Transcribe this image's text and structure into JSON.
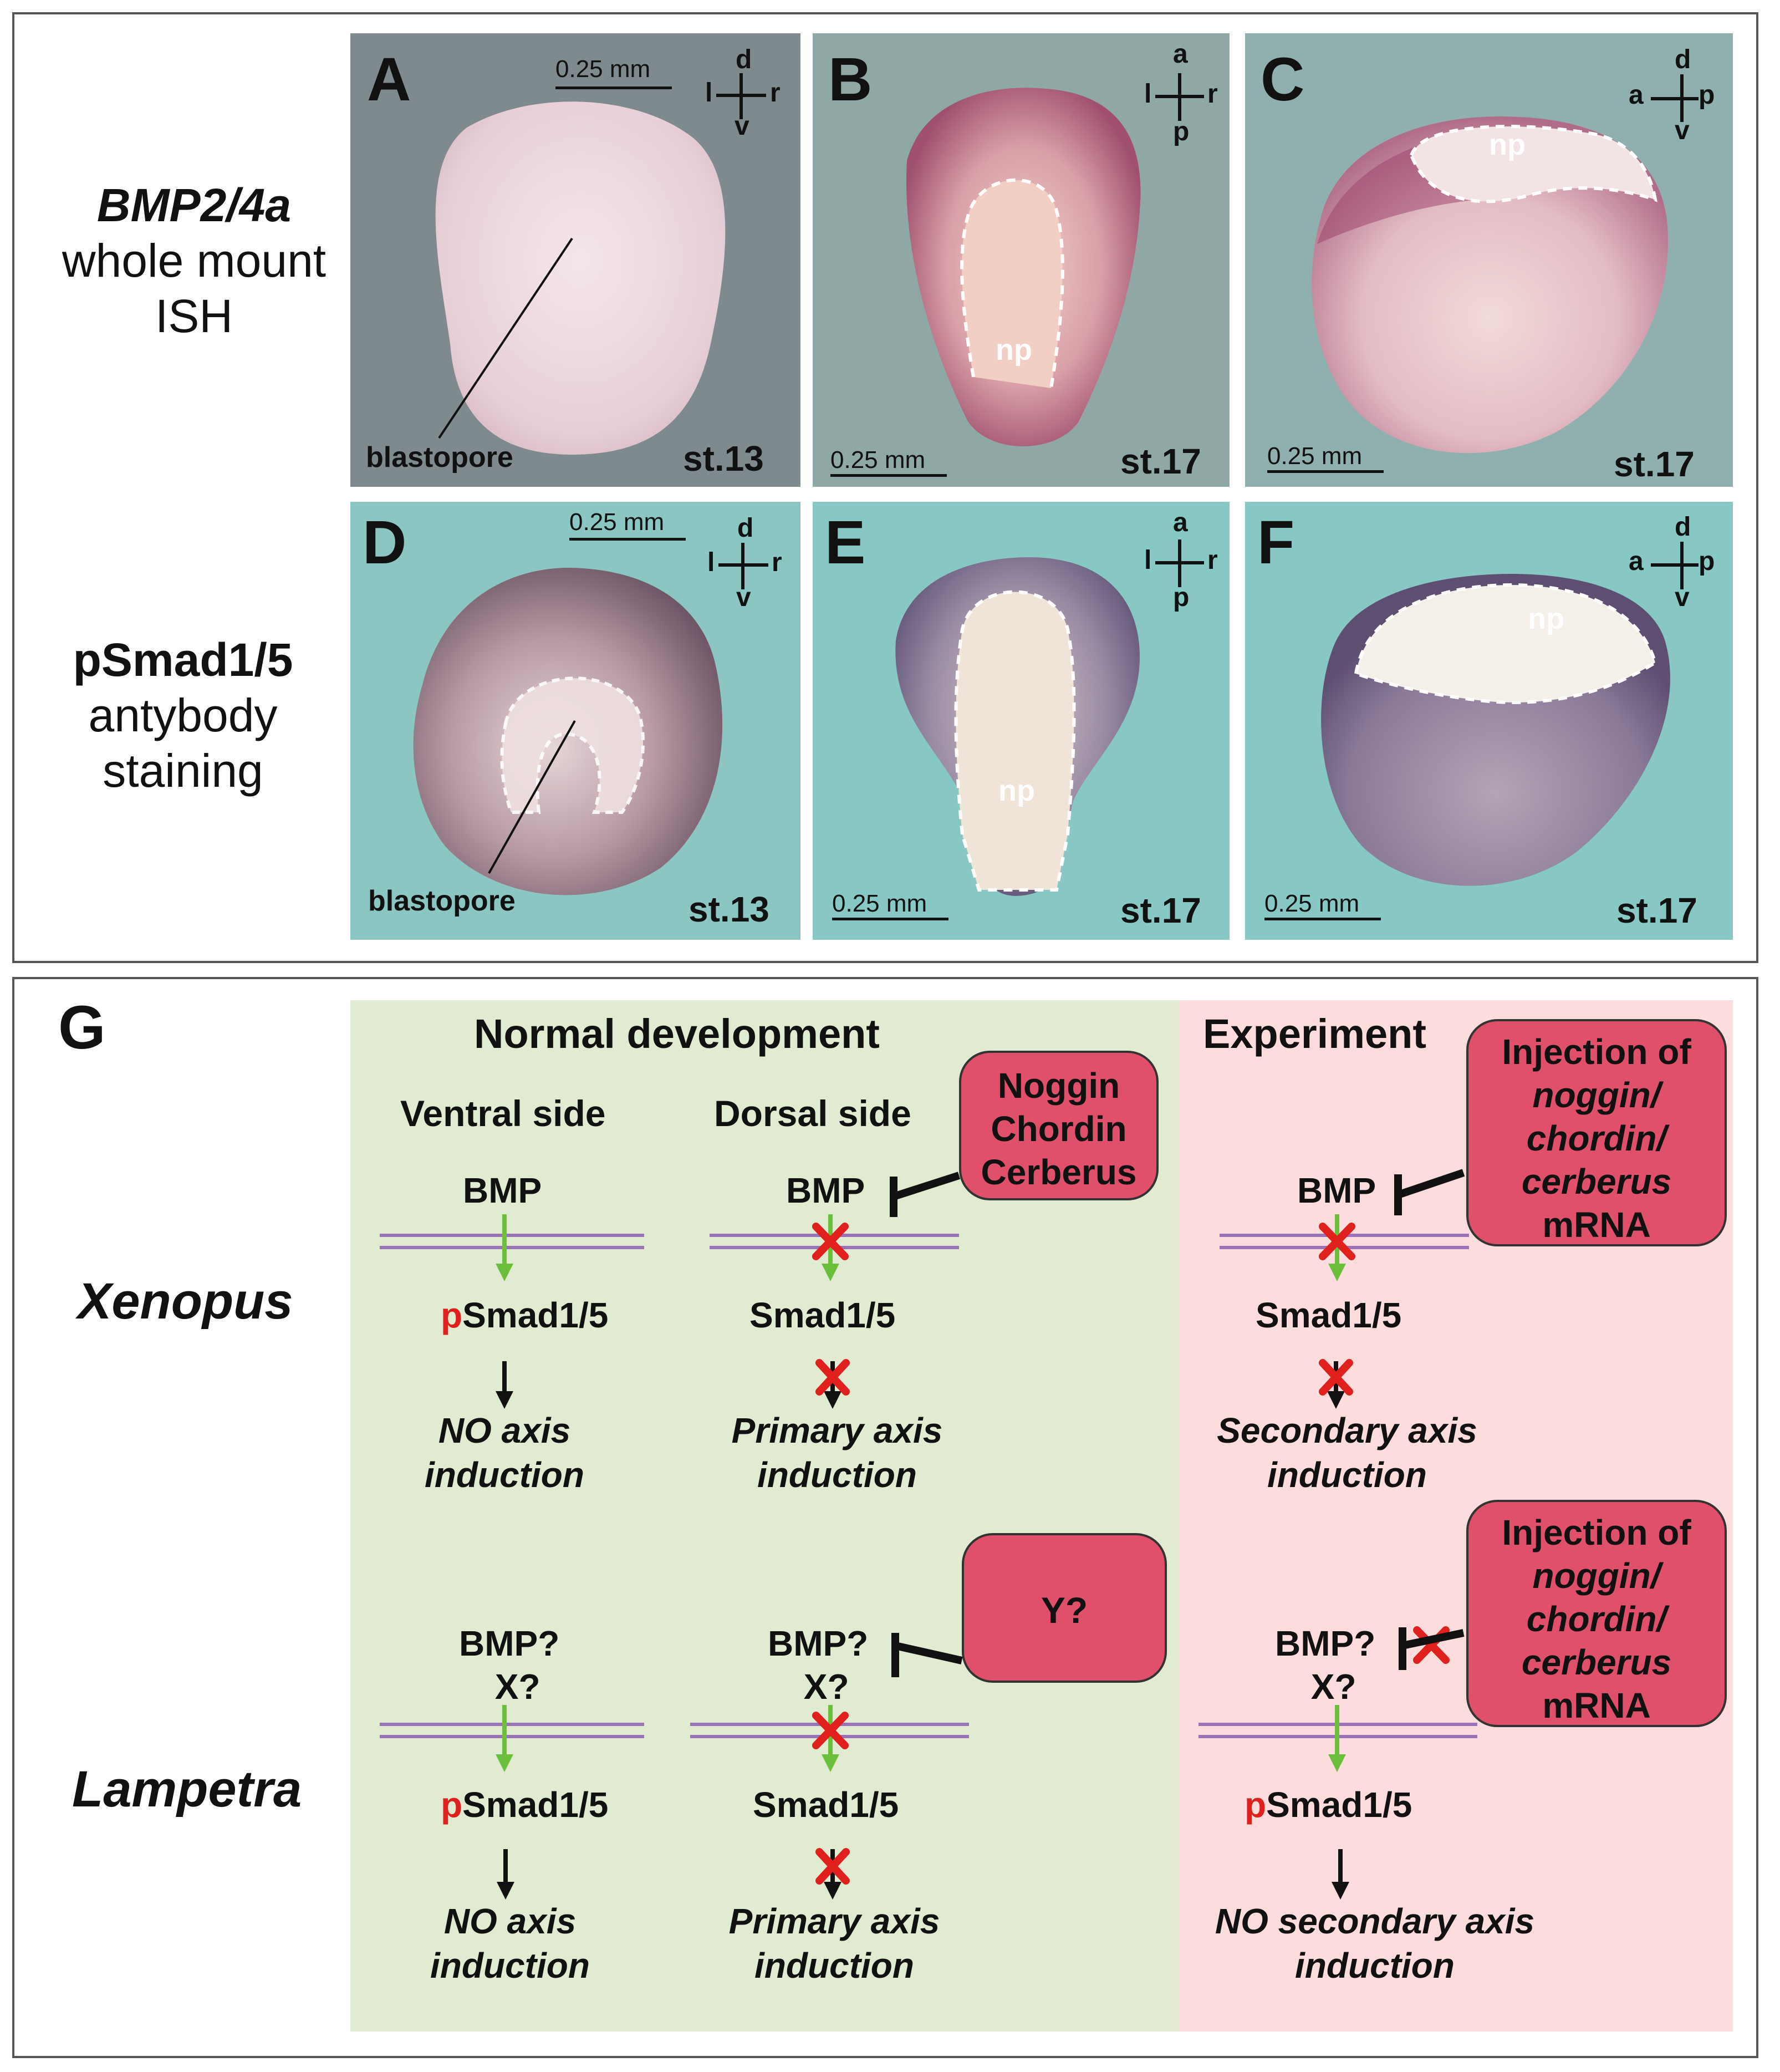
{
  "rows": {
    "row1": {
      "gene": "BMP2/4a",
      "line2": "whole mount",
      "line3": "ISH"
    },
    "row2": {
      "gene": "pSmad1/5",
      "line2": "antybody",
      "line3": "staining"
    }
  },
  "panels": {
    "A": {
      "letter": "A",
      "stage": "st.13",
      "scale": "0.25 mm",
      "label": "blastopore",
      "axis": {
        "top": "d",
        "left": "l",
        "right": "r",
        "bottom": "v"
      }
    },
    "B": {
      "letter": "B",
      "stage": "st.17",
      "scale": "0.25 mm",
      "label": "np",
      "axis": {
        "top": "a",
        "left": "l",
        "right": "r",
        "bottom": "p"
      }
    },
    "C": {
      "letter": "C",
      "stage": "st.17",
      "scale": "0.25 mm",
      "label": "np",
      "axis": {
        "top": "d",
        "left": "a",
        "right": "p",
        "bottom": "v"
      }
    },
    "D": {
      "letter": "D",
      "stage": "st.13",
      "scale": "0.25 mm",
      "label": "blastopore",
      "axis": {
        "top": "d",
        "left": "l",
        "right": "r",
        "bottom": "v"
      }
    },
    "E": {
      "letter": "E",
      "stage": "st.17",
      "scale": "0.25 mm",
      "label": "np",
      "axis": {
        "top": "a",
        "left": "l",
        "right": "r",
        "bottom": "p"
      }
    },
    "F": {
      "letter": "F",
      "stage": "st.17",
      "scale": "0.25 mm",
      "label": "np",
      "axis": {
        "top": "d",
        "left": "a",
        "right": "p",
        "bottom": "v"
      }
    }
  },
  "diagram": {
    "letter": "G",
    "normal_title": "Normal development",
    "experiment_title": "Experiment",
    "ventral": "Ventral side",
    "dorsal": "Dorsal side",
    "xenopus": "Xenopus",
    "lampetra": "Lampetra",
    "p": "p",
    "smad": "Smad1/5",
    "bmp": "BMP",
    "bmpq": "BMP?",
    "xq": "X?",
    "yq": "Y?",
    "no_axis_1": "NO axis",
    "no_axis_2": "induction",
    "primary_1": "Primary axis",
    "primary_2": "induction",
    "secondary_1": "Secondary axis",
    "secondary_2": "induction",
    "no_secondary_1": "NO secondary axis",
    "no_secondary_2": "induction",
    "noggin": "Noggin",
    "chordin": "Chordin",
    "cerberus": "Cerberus",
    "inj_1": "Injection of",
    "inj_2": "noggin/",
    "inj_3": "chordin/",
    "inj_4": "cerberus",
    "inj_5": "mRNA"
  },
  "colors": {
    "normal_bg": "#e0ebd2",
    "experiment_bg": "#fcdcdc",
    "red_box": "#e0506a",
    "arrow_green": "#6cbf3a",
    "membrane": "#9a72b8",
    "cross": "#e0201c"
  }
}
